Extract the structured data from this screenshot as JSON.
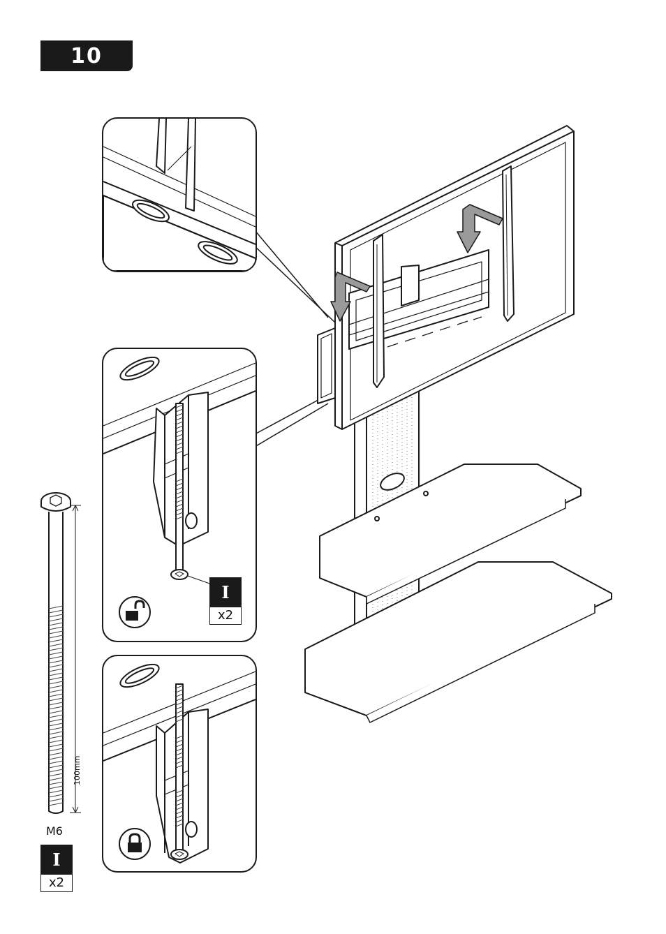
{
  "step": {
    "number": "10"
  },
  "hardware": {
    "part_letter": "I",
    "quantity": "x2",
    "screw_size": "M6",
    "screw_length": "100mm"
  },
  "icons": {
    "unlocked": "unlocked-padlock-icon",
    "locked": "locked-padlock-icon",
    "arrow": "down-arrow-icon"
  },
  "colors": {
    "ink": "#1a1a1a",
    "arrow_fill": "#9a9a9a",
    "paper": "#ffffff"
  }
}
